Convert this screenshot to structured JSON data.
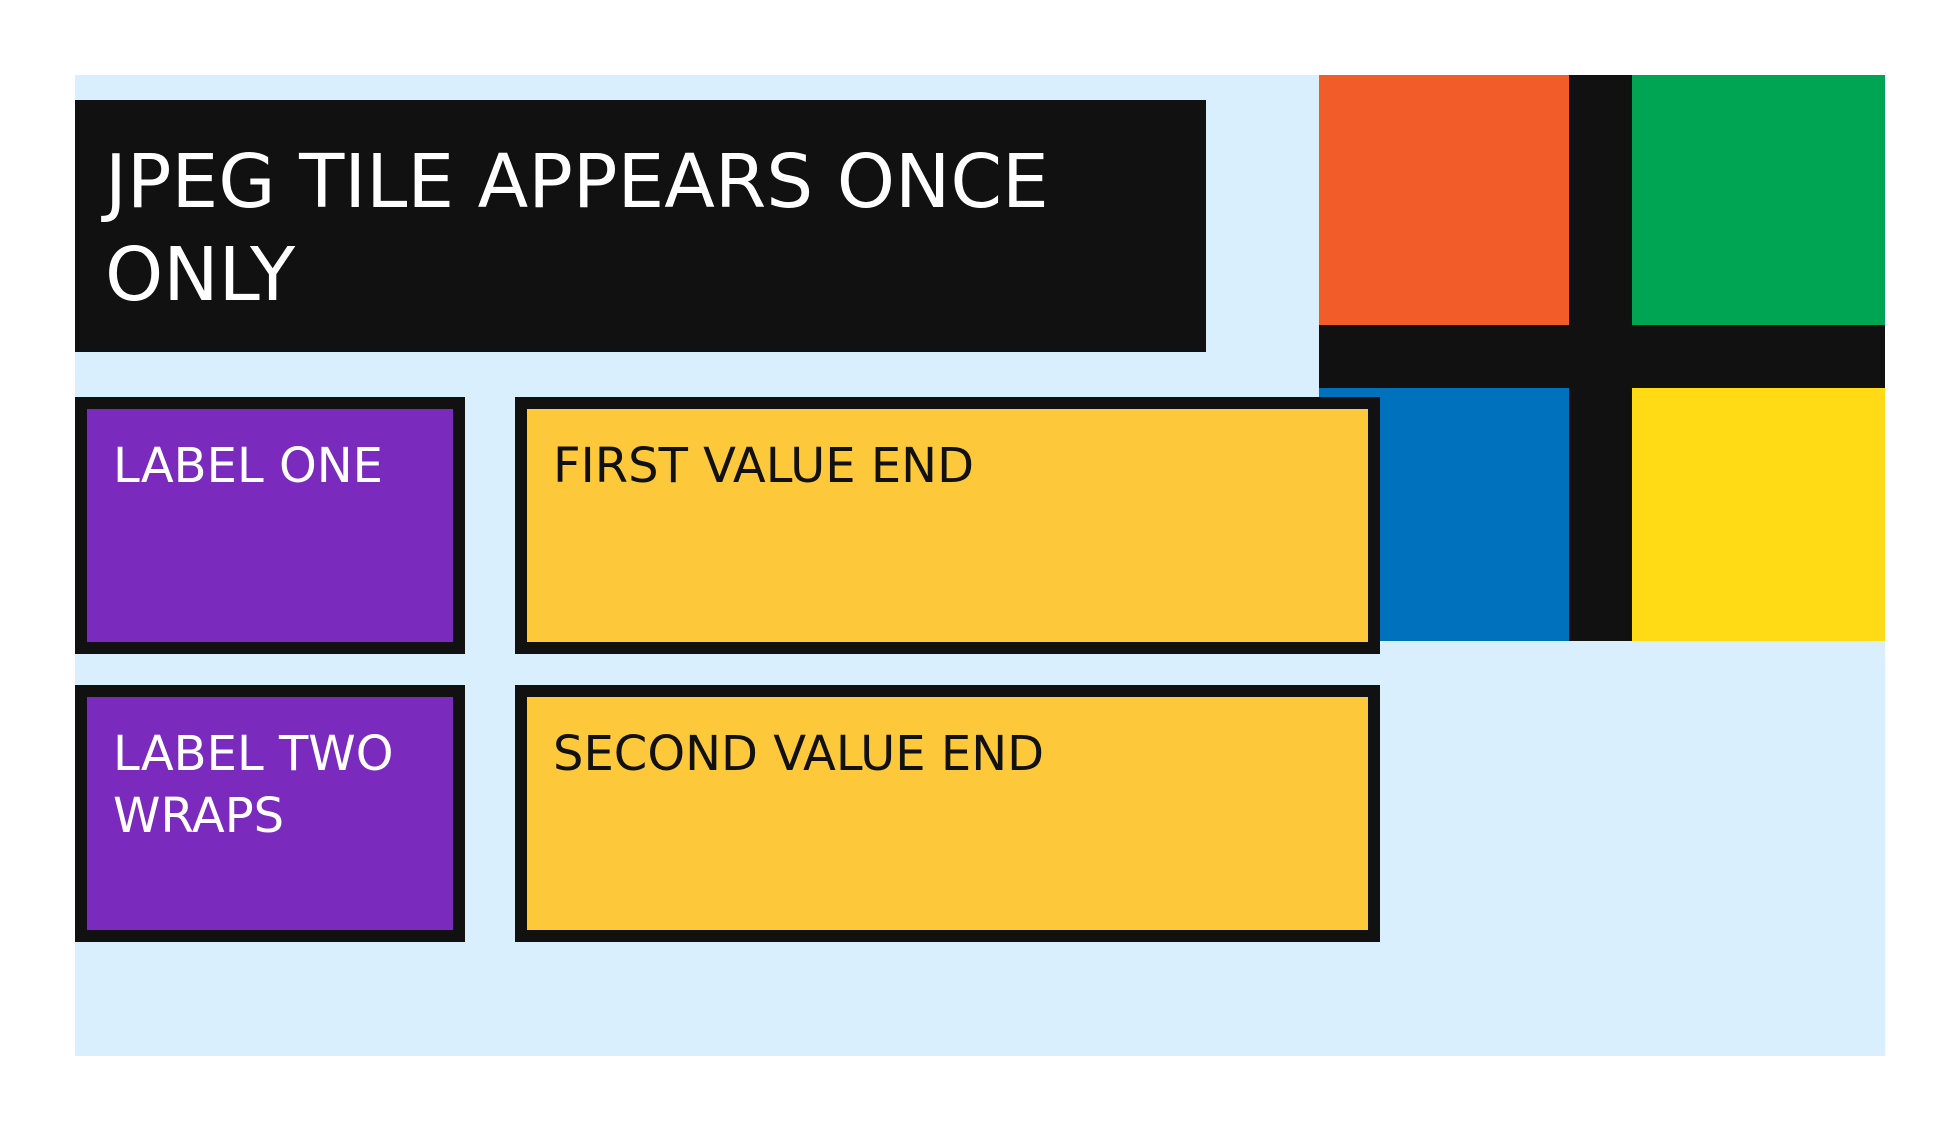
{
  "title": "JPEG TILE APPEARS ONCE ONLY",
  "rows": [
    {
      "label": "LABEL ONE",
      "value": "FIRST VALUE END"
    },
    {
      "label": "LABEL TWO WRAPS",
      "value": "SECOND VALUE END"
    }
  ],
  "tile": {
    "icon": "four-color-tile-icon",
    "colors": {
      "top_left": "#f15c28",
      "top_right": "#00a553",
      "bottom_left": "#0072bd",
      "bottom_right": "#ffdb15",
      "gap": "#111111"
    }
  },
  "colors": {
    "panel_background": "#d9effd",
    "title_background": "#111111",
    "label_background": "#7a2bbe",
    "value_background": "#fdc93a",
    "border": "#111111"
  }
}
